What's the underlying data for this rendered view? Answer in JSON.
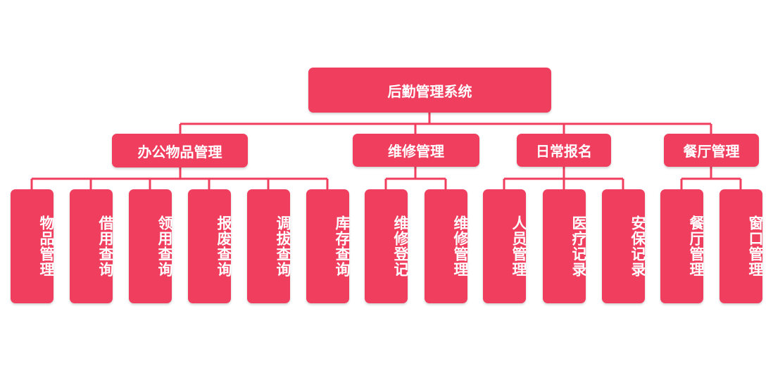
{
  "colors": {
    "box": "#f03e5e",
    "line": "#f03e5e",
    "text": "#ffffff"
  },
  "root": {
    "label": "后勤管理系统"
  },
  "branches": [
    {
      "label": "办公物品管理",
      "children": [
        "物品管理",
        "借用查询",
        "领用查询",
        "报废查询",
        "调拔查询",
        "库存查询"
      ]
    },
    {
      "label": "维修管理",
      "children": [
        "维修登记",
        "维修管理"
      ]
    },
    {
      "label": "日常报名",
      "children": [
        "人员管理",
        "医疗记录",
        "安保记录"
      ]
    },
    {
      "label": "餐厅管理",
      "children": [
        "餐厅管理",
        "窗口管理"
      ]
    }
  ]
}
